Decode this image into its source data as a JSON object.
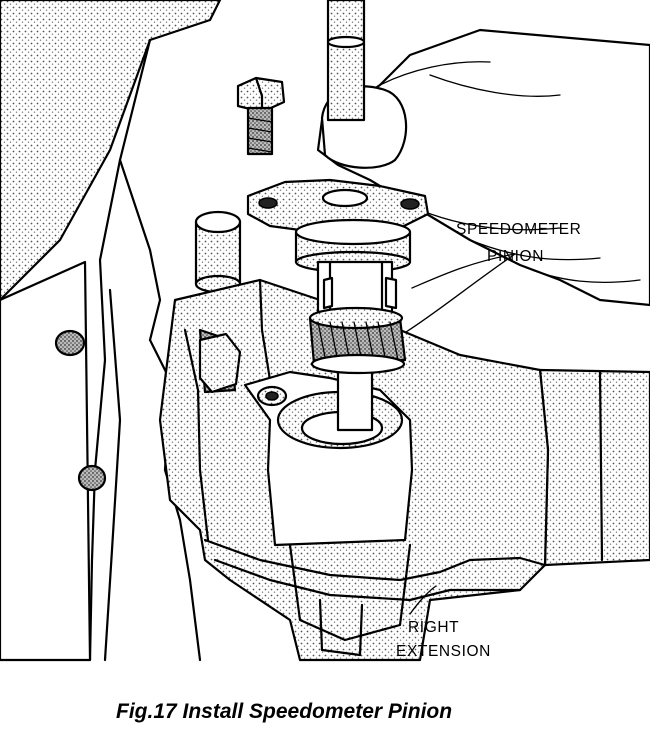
{
  "labels": {
    "speedometer_line1": "SPEEDOMETER",
    "speedometer_line2": "PINION",
    "right_line1": "RIGHT",
    "right_line2": "EXTENSION"
  },
  "caption": "Fig.17 Install Speedometer Pinion"
}
